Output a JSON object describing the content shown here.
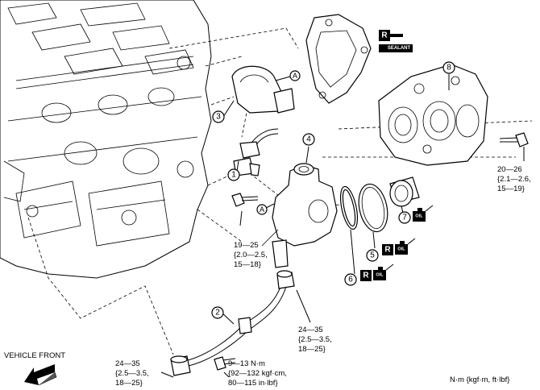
{
  "callouts": {
    "c1": "1",
    "c2": "2",
    "c3": "3",
    "c4": "4",
    "c5": "5",
    "c6": "6",
    "c7": "7",
    "c8": "8",
    "refA_top": "A",
    "refA_mid": "A"
  },
  "badges": {
    "replace": "R",
    "sealant": "SEALANT",
    "oil": "OIL"
  },
  "torques": {
    "t1": [
      "20—26",
      "{2.1—2.6,",
      "15—19}"
    ],
    "t2": [
      "19—25",
      "{2.0—2.5,",
      "15—18}"
    ],
    "t3": [
      "24—35",
      "{2.5—3.5,",
      "18—25}"
    ],
    "t4": [
      "24—35",
      "{2.5—3.5,",
      "18—25}"
    ],
    "t5": [
      "9—13 N·m",
      "{92—132 kgf·cm,",
      "80—115 in·lbf}"
    ]
  },
  "vehicle_front_label": "VEHICLE FRONT",
  "units_note": "N·m {kgf·m, ft·lbf}"
}
